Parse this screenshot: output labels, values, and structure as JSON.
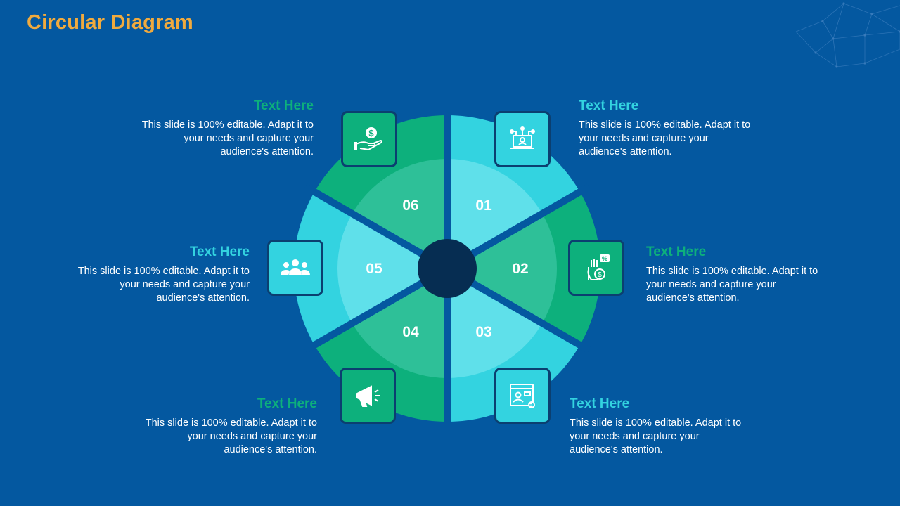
{
  "title": "Circular Diagram",
  "colors": {
    "background": "#0458A0",
    "title": "#F0AA3E",
    "cyan": "#33D3E0",
    "green": "#0DB07C",
    "center": "#062D52"
  },
  "segments": [
    {
      "number": "01",
      "heading": "Text Here",
      "body": "This slide is 100% editable. Adapt it to your needs and capture your audience's attention.",
      "icon": "laptop-network-icon",
      "color": "cyan"
    },
    {
      "number": "02",
      "heading": "Text Here",
      "body": "This slide is 100% editable. Adapt it to your needs and capture your audience's attention.",
      "icon": "hand-discount-coin-icon",
      "color": "green"
    },
    {
      "number": "03",
      "heading": "Text Here",
      "body": "This slide is 100% editable. Adapt it to your needs and capture your audience's attention.",
      "icon": "web-profile-icon",
      "color": "cyan"
    },
    {
      "number": "04",
      "heading": "Text Here",
      "body": "This slide is 100% editable. Adapt it to your needs and capture your audience's attention.",
      "icon": "megaphone-icon",
      "color": "green"
    },
    {
      "number": "05",
      "heading": "Text Here",
      "body": "This slide is 100% editable. Adapt it to your needs and capture your audience's attention.",
      "icon": "team-icon",
      "color": "cyan"
    },
    {
      "number": "06",
      "heading": "Text Here",
      "body": "This slide is 100% editable. Adapt it to your needs and capture your audience's attention.",
      "icon": "hand-dollar-icon",
      "color": "green"
    }
  ]
}
